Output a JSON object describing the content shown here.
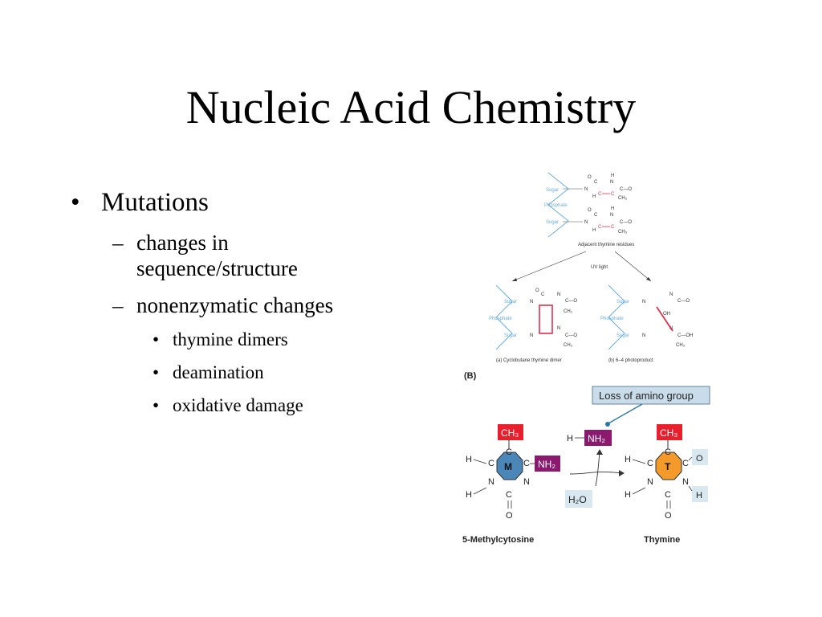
{
  "slide": {
    "title": "Nucleic Acid Chemistry",
    "bullet_main": "Mutations",
    "sub1": "changes in",
    "sub1_cont": "sequence/structure",
    "sub2": "nonenzymatic changes",
    "items": [
      "thymine dimers",
      "deamination",
      "oxidative damage"
    ]
  },
  "figure_a": {
    "sugar": "Sugar",
    "phosphate": "Phosphate",
    "adjacent": "Adjacent thymine residues",
    "uv": "UV light",
    "cap_a": "(a) Cyclobutane thymine dimer",
    "cap_b": "(b) 6–4 photoproduct",
    "atom_c": "C",
    "atom_n": "N",
    "atom_h": "H",
    "atom_o": "O",
    "ch3": "CH₃",
    "c_eq_o": "C—O",
    "c_oh": "C—OH",
    "oh": "OH"
  },
  "figure_b": {
    "panel": "(B)",
    "callout": "Loss of amino group",
    "ch3": "CH₃",
    "nh2": "NH₂",
    "h2o": "H₂O",
    "h": "H",
    "c": "C",
    "n": "N",
    "o": "O",
    "ring_m": "M",
    "ring_t": "T",
    "label_left": "5-Methylcytosine",
    "label_right": "Thymine"
  },
  "colors": {
    "blue_line": "#6aaee0",
    "red_bond": "#e0304a",
    "ch3_box": "#e8202e",
    "nh2_box": "#8a1a6e",
    "ring_m": "#4a87b8",
    "ring_t": "#f39a2a",
    "callout_bg": "#c9dcea",
    "h2o_bg": "#d9e7f1"
  }
}
